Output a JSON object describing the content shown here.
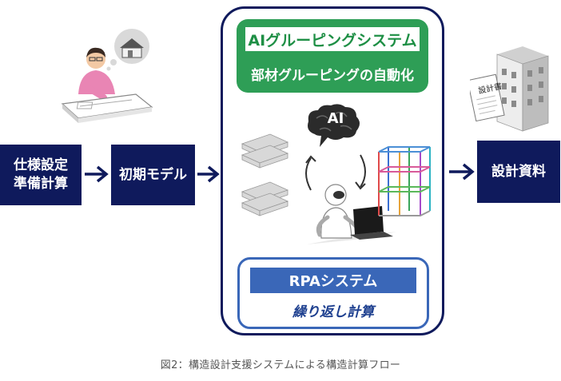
{
  "flow": {
    "spec_calc": {
      "line1": "仕様設定",
      "line2": "準備計算"
    },
    "initial_model": "初期モデル",
    "design_docs": "設計資料"
  },
  "ai_system": {
    "title": "AIグルーピングシステム",
    "subtitle": "部材グルーピングの自動化",
    "brain_label": "AI"
  },
  "rpa_system": {
    "title": "RPAシステム",
    "subtitle": "繰り返し計算"
  },
  "building_sign": "設計書",
  "caption": "図2：構造設計支援システムによる構造計算フロー",
  "colors": {
    "navy": "#0f1a5c",
    "green": "#2e9e56",
    "blue": "#3a67b8"
  }
}
